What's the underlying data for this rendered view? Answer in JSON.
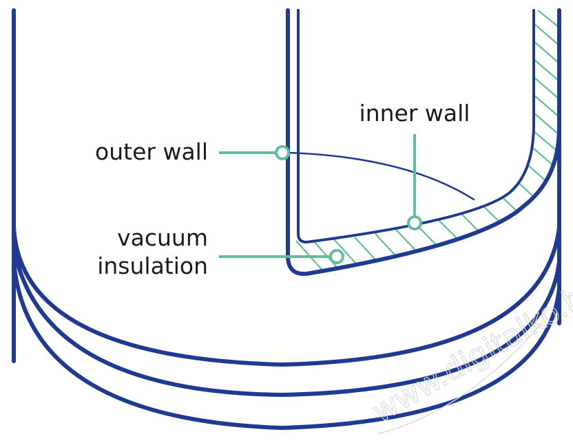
{
  "labels": {
    "inner_wall": "inner wall",
    "outer_wall": "outer wall",
    "vacuum_line1": "vacuum",
    "vacuum_line2": "insulation"
  },
  "watermark": "www.digitalko.hu",
  "colors": {
    "wall_stroke": "#1f3a93",
    "leader": "#5fbf96",
    "hatch": "#5fbf96",
    "text": "#1a1a1a",
    "background": "#ffffff"
  }
}
